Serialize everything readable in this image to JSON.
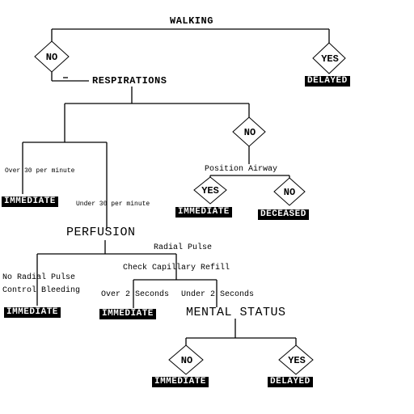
{
  "root": {
    "label": "WALKING"
  },
  "walking": {
    "no": "NO",
    "yes": "YES",
    "delayed": "DELAYED"
  },
  "respirations": {
    "label": "RESPIRATIONS",
    "over30": "Over 30 per minute",
    "immediate_over30": "IMMEDIATE",
    "under30": "Under 30 per minute",
    "no": "NO",
    "position_airway": "Position Airway",
    "airway_yes": "YES",
    "airway_yes_result": "IMMEDIATE",
    "airway_no": "NO",
    "airway_no_result": "DECEASED"
  },
  "perfusion": {
    "label": "PERFUSION",
    "radial_pulse": "Radial Pulse",
    "no_radial_pulse": "No Radial Pulse",
    "control_bleeding": "Control Bleeding",
    "no_pulse_result": "IMMEDIATE",
    "check_cap_refill": "Check Capillary Refill",
    "over2": "Over 2 Seconds",
    "over2_result": "IMMEDIATE",
    "under2": "Under 2 Seconds"
  },
  "mental_status": {
    "label": "MENTAL STATUS",
    "no": "NO",
    "no_result": "IMMEDIATE",
    "yes": "YES",
    "yes_result": "DELAYED"
  },
  "colors": {
    "line": "#000000",
    "tag_bg": "#000000",
    "tag_text": "#ffffff"
  }
}
